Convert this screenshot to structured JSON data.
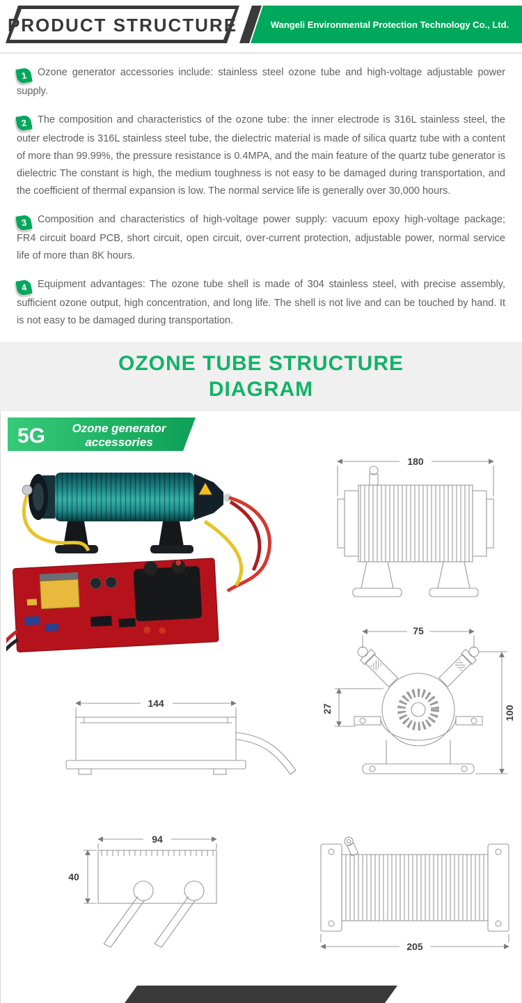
{
  "header": {
    "title": "PRODUCT STRUCTURE",
    "company": "Wangeli Environmental Protection Technology Co., Ltd."
  },
  "features": [
    {
      "num": "1",
      "text": "Ozone generator accessories include: stainless steel ozone tube and high-voltage adjustable power supply."
    },
    {
      "num": "2",
      "text": "The composition and characteristics of the ozone tube: the inner electrode is 316L stainless steel, the outer electrode is 316L stainless steel tube, the dielectric material is made of silica quartz tube with a content of more than 99.99%, the pressure resistance is 0.4MPA, and the main feature of the quartz tube generator is dielectric The constant is high, the medium toughness is not easy to be damaged during transportation, and the coefficient of thermal expansion is low. The normal service life is generally over 30,000 hours."
    },
    {
      "num": "3",
      "text": "Composition and characteristics of high-voltage power supply: vacuum epoxy high-voltage package; FR4 circuit board PCB, short circuit, open circuit, over-current protection, adjustable power, normal service life of more than 8K hours."
    },
    {
      "num": "4",
      "text": "Equipment advantages: The ozone tube shell is made of 304 stainless steel, with precise assembly, sufficient ozone output, high concentration, and long life. The shell is not live and can be touched by hand. It is not easy to be damaged during transportation."
    }
  ],
  "section_banner": {
    "line1": "OZONE TUBE STRUCTURE",
    "line2": "DIAGRAM"
  },
  "product_badge": {
    "model": "5G",
    "label_line1": "Ozone generator",
    "label_line2": "accessories"
  },
  "drawings": {
    "side_view": {
      "width_mm": "180"
    },
    "end_view": {
      "width_mm": "75",
      "offset_mm": "27",
      "height_mm": "100"
    },
    "cover_view": {
      "length_mm": "144"
    },
    "top_view": {
      "width_mm": "94",
      "depth_mm": "40"
    },
    "base_view": {
      "length_mm": "205"
    }
  },
  "colors": {
    "brand_green": "#00a85c",
    "title_green": "#12b268",
    "ribbon_dark": "#3a3a3a"
  }
}
